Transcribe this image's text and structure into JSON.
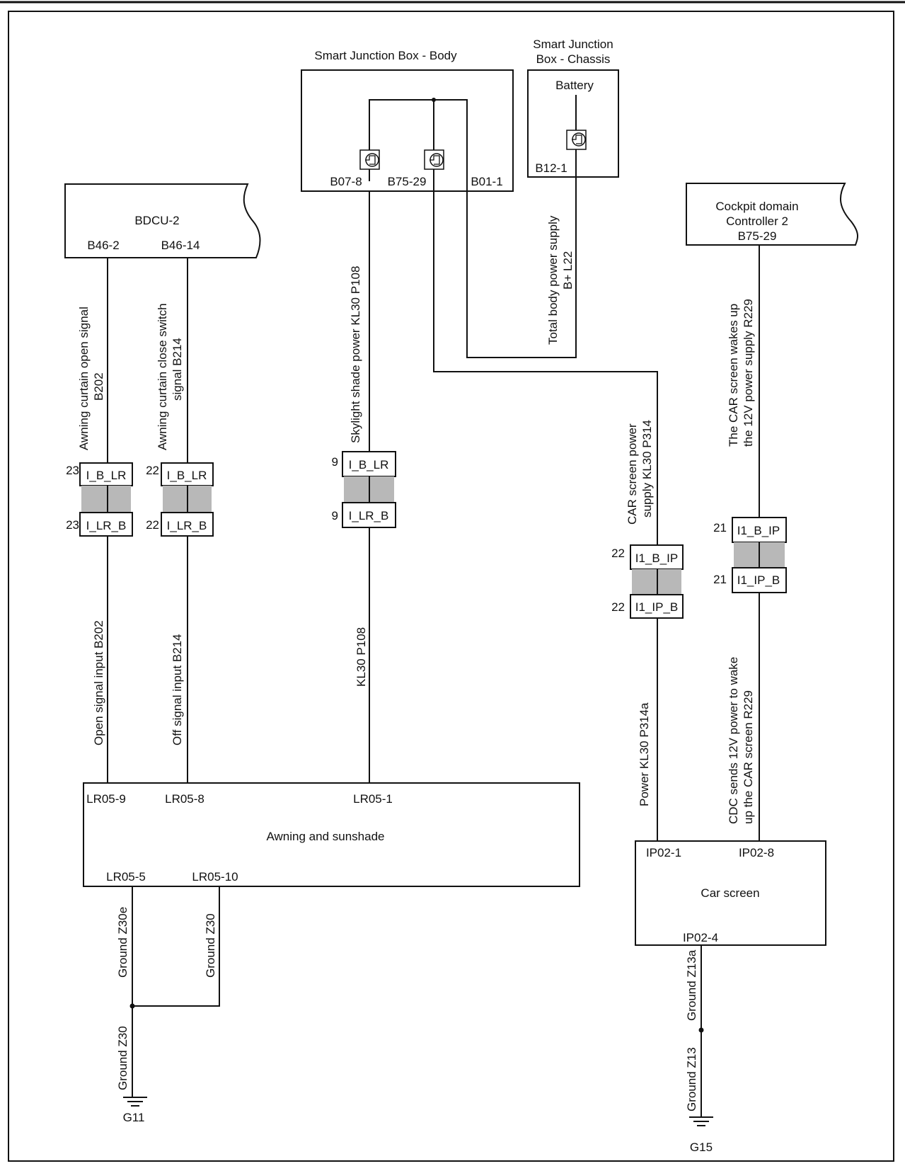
{
  "components": {
    "sjb_body": {
      "title": "Smart Junction Box - Body",
      "pins": [
        "B07-8",
        "B75-29",
        "B01-1"
      ]
    },
    "sjb_chassis": {
      "title_line1": "Smart Junction",
      "title_line2": "Box - Chassis",
      "inner": "Battery",
      "pin": "B12-1"
    },
    "bdcu": {
      "title": "BDCU-2",
      "pins": [
        "B46-2",
        "B46-14"
      ]
    },
    "cdc": {
      "title_line1": "Cockpit domain",
      "title_line2": "Controller 2",
      "pin": "B75-29"
    },
    "awning": {
      "title": "Awning and sunshade",
      "pins_top": [
        "LR05-9",
        "LR05-8",
        "LR05-1"
      ],
      "pins_bottom": [
        "LR05-5",
        "LR05-10"
      ]
    },
    "car_screen": {
      "title": "Car screen",
      "pins": [
        "IP02-1",
        "IP02-8",
        "IP02-4"
      ]
    }
  },
  "wires": {
    "w1_top": [
      "Awning curtain open signal",
      "B202"
    ],
    "w2_top": [
      "Awning curtain close switch",
      "signal B214"
    ],
    "w3_top": [
      "Skylight shade power KL30 P108"
    ],
    "w4_top": [
      "Total body power supply",
      "B+ L22"
    ],
    "w5_top": [
      "CAR screen power",
      "supply KL30 P314"
    ],
    "w6_top": [
      "The CAR screen wakes up",
      "the 12V power supply R229"
    ],
    "w1_bottom": [
      "Open signal input B202"
    ],
    "w2_bottom": [
      "Off signal input B214"
    ],
    "w3_bottom": [
      "KL30 P108"
    ],
    "w5_bottom": [
      "Power KL30 P314a"
    ],
    "w6_bottom": [
      "CDC sends 12V power to wake",
      "up the CAR screen R229"
    ],
    "gnd_z30e": [
      "Ground Z30e"
    ],
    "gnd_z30": [
      "Ground Z30"
    ],
    "gnd_z30_main": [
      "Ground Z30"
    ],
    "gnd_z13a": [
      "Ground Z13a"
    ],
    "gnd_z13": [
      "Ground Z13"
    ]
  },
  "connectors": {
    "c1": {
      "pin": "23",
      "top": "I_B_LR",
      "bottom": "I_LR_B"
    },
    "c2": {
      "pin": "22",
      "top": "I_B_LR",
      "bottom": "I_LR_B"
    },
    "c3": {
      "pin": "9",
      "top": "I_B_LR",
      "bottom": "I_LR_B"
    },
    "c4": {
      "pin": "22",
      "top": "I1_B_IP",
      "bottom": "I1_IP_B"
    },
    "c5": {
      "pin": "21",
      "top": "I1_B_IP",
      "bottom": "I1_IP_B"
    }
  },
  "grounds": {
    "g11": "G11",
    "g15": "G15"
  }
}
